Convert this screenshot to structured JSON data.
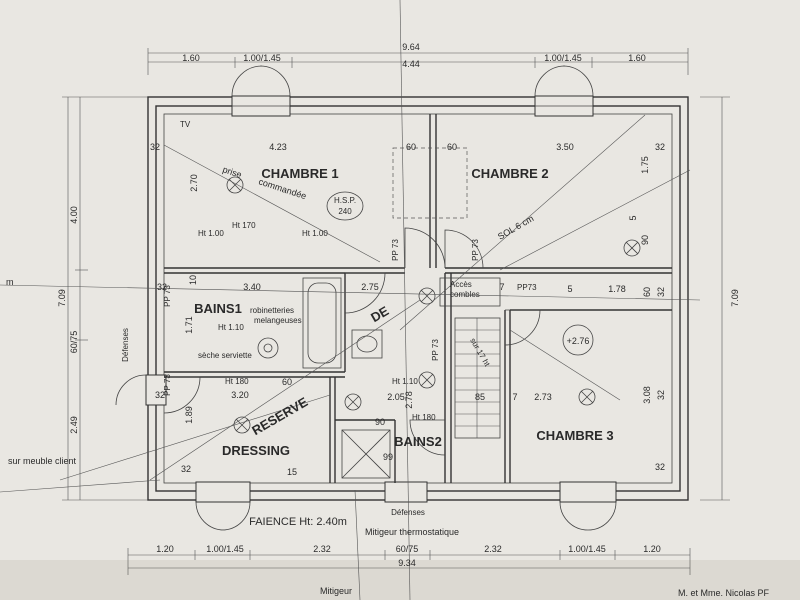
{
  "rooms": {
    "chambre1": "CHAMBRE 1",
    "chambre2": "CHAMBRE 2",
    "chambre3": "CHAMBRE 3",
    "bains1": "BAINS1",
    "bains2": "BAINS2",
    "dressing": "DRESSING",
    "reserve": "RESERVE",
    "de": "DE"
  },
  "dims_top": {
    "overall": "9.64",
    "inner": "4.44",
    "seg": [
      "1.60",
      "1.00/1.45",
      "1.00/1.45",
      "1.60"
    ]
  },
  "dims_bottom": {
    "overall": "9.34",
    "seg": [
      "1.20",
      "1.00/1.45",
      "2.32",
      "60/75",
      "2.32",
      "1.00/1.45",
      "1.20"
    ]
  },
  "dims_left": [
    "7.09",
    "4.00",
    "60/75",
    "2.49"
  ],
  "dims_right": [
    "7.09"
  ],
  "interior_dims": {
    "d423": "4.23",
    "d350": "3.50",
    "d60a": "60",
    "d60b": "60",
    "d270": "2.70",
    "d175": "1.75",
    "d5a": "5",
    "d90a": "90",
    "d340": "3.40",
    "d10": "10",
    "d275": "2.75",
    "d7a": "7",
    "d178": "1.78",
    "d60c": "60",
    "d32a": "32",
    "d32b": "32",
    "d32c": "32",
    "d5b": "5",
    "d171": "1.71",
    "d320": "3.20",
    "d60d": "60",
    "d189": "1.89",
    "d32d": "32",
    "d205": "2.05",
    "d278": "2.78",
    "d85": "85",
    "d7b": "7",
    "d273": "2.73",
    "d308": "3.08",
    "d32e": "32",
    "d90b": "90",
    "d99": "99",
    "d15": "15",
    "d32f": "32",
    "d32g": "32",
    "d32h": "32"
  },
  "labels": {
    "tv": "TV",
    "prise": "prise",
    "commandee": "commandée",
    "hsp": "H.S.P.",
    "hsp_val": "240",
    "ht100a": "Ht 1.00",
    "ht170": "Ht 170",
    "ht100b": "Ht 1.00",
    "ht110": "Ht 1.10",
    "ht180a": "Ht 180",
    "ht110b": "Ht 1.10",
    "ht180b": "Ht 180",
    "sol": "SOL 6 cm",
    "pp73a": "PP 73",
    "pp73b": "PP 73",
    "pp73c": "PP 73",
    "pp73d": "PP 73",
    "pp73e": "PP 73",
    "pp73f": "PP73",
    "acces": "Accès",
    "combles": "combles",
    "robinetteries": "robinetteries",
    "melangeuses": "melangeuses",
    "seche": "sèche serviette",
    "niveau": "+2.76",
    "defenses_left": "Défenses",
    "defenses_bottom": "Défenses",
    "meuble": "sur meuble client",
    "faience": "FAIENCE Ht: 2.40m",
    "mitigeur_thermo": "Mitigeur thermostatique",
    "mitigeur": "Mitigeur",
    "owner": "M. et Mme. Nicolas PF",
    "m": "m",
    "escalier": "sur 17 ht"
  }
}
